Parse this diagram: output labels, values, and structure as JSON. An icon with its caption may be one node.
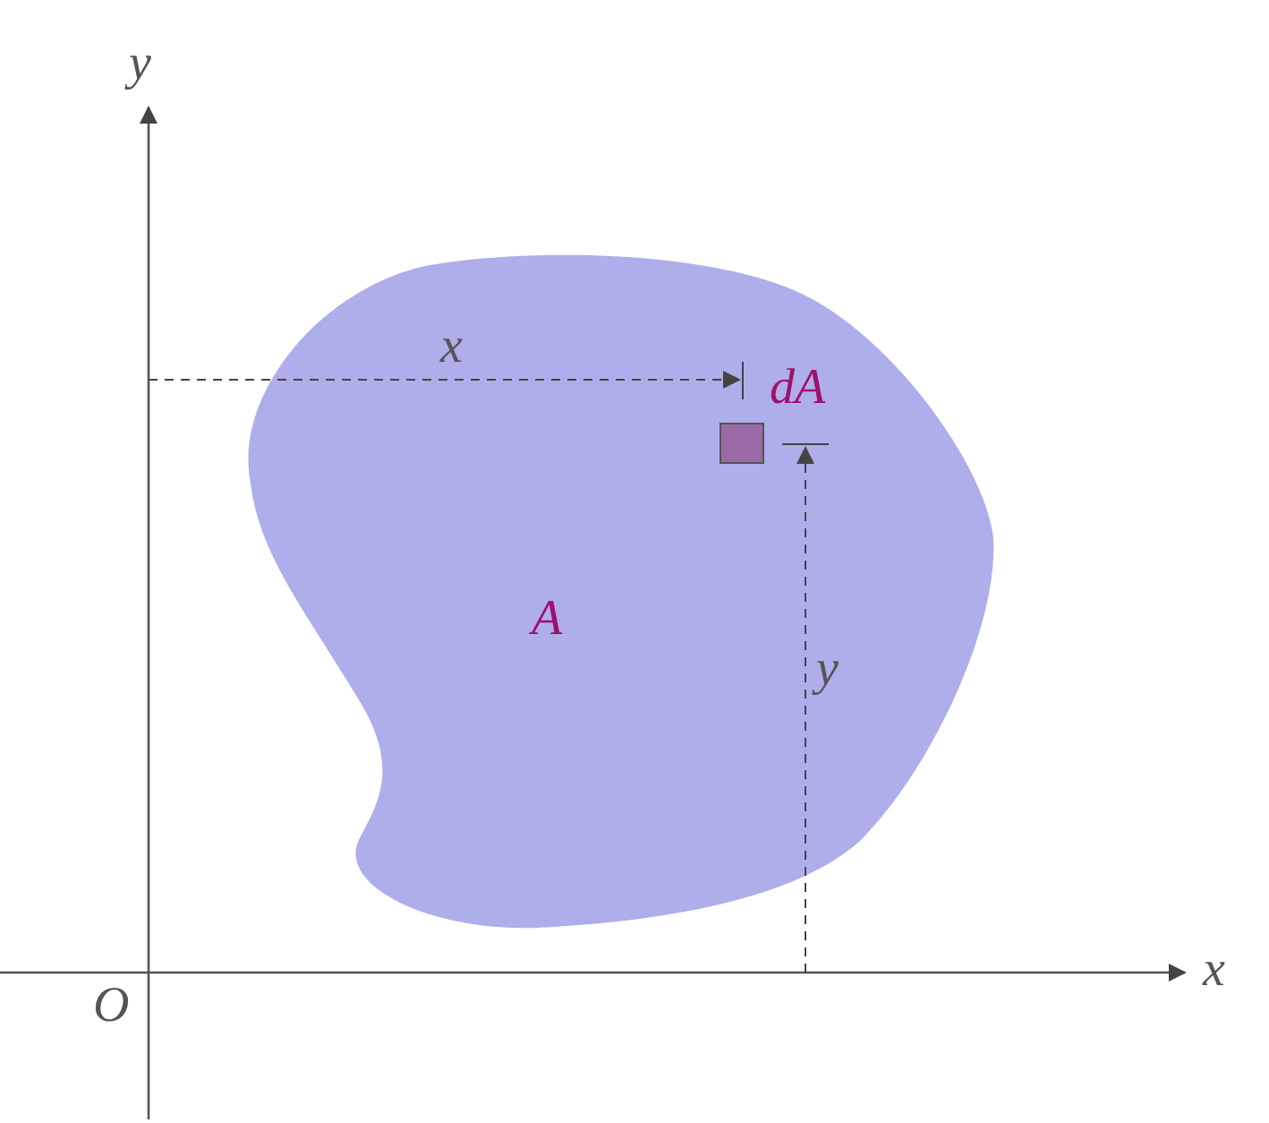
{
  "diagram": {
    "nodes": [
      {
        "text": [
          "A"
        ]
      },
      {
        "text": [],
        "shape": "box",
        "beside": [
          "dA"
        ],
        "in": 0
      }
    ],
    "labels": [
      "y",
      "x",
      "y",
      "O",
      "x"
    ]
  }
}
